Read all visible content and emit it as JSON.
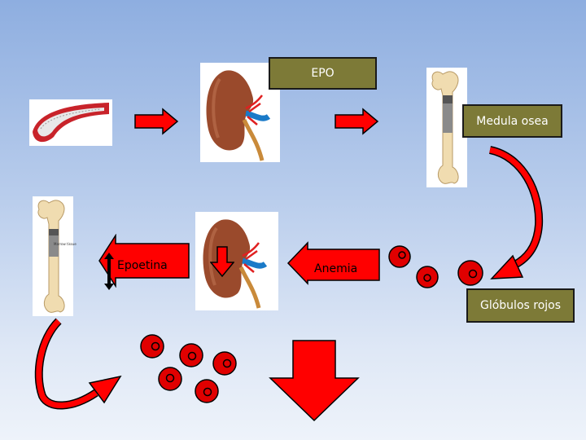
{
  "labels": {
    "epo": "EPO",
    "medula": "Medula osea",
    "epoetina": "Epoetina",
    "anemia": "Anemia",
    "globulos": "Glóbulos rojos"
  },
  "bone_caption": "Marrow tissue",
  "colors": {
    "label_fill": "#7d7a37",
    "arrow_red": "#ff0000",
    "cell_red": "#e00000",
    "kidney": "#9a4a2c"
  }
}
